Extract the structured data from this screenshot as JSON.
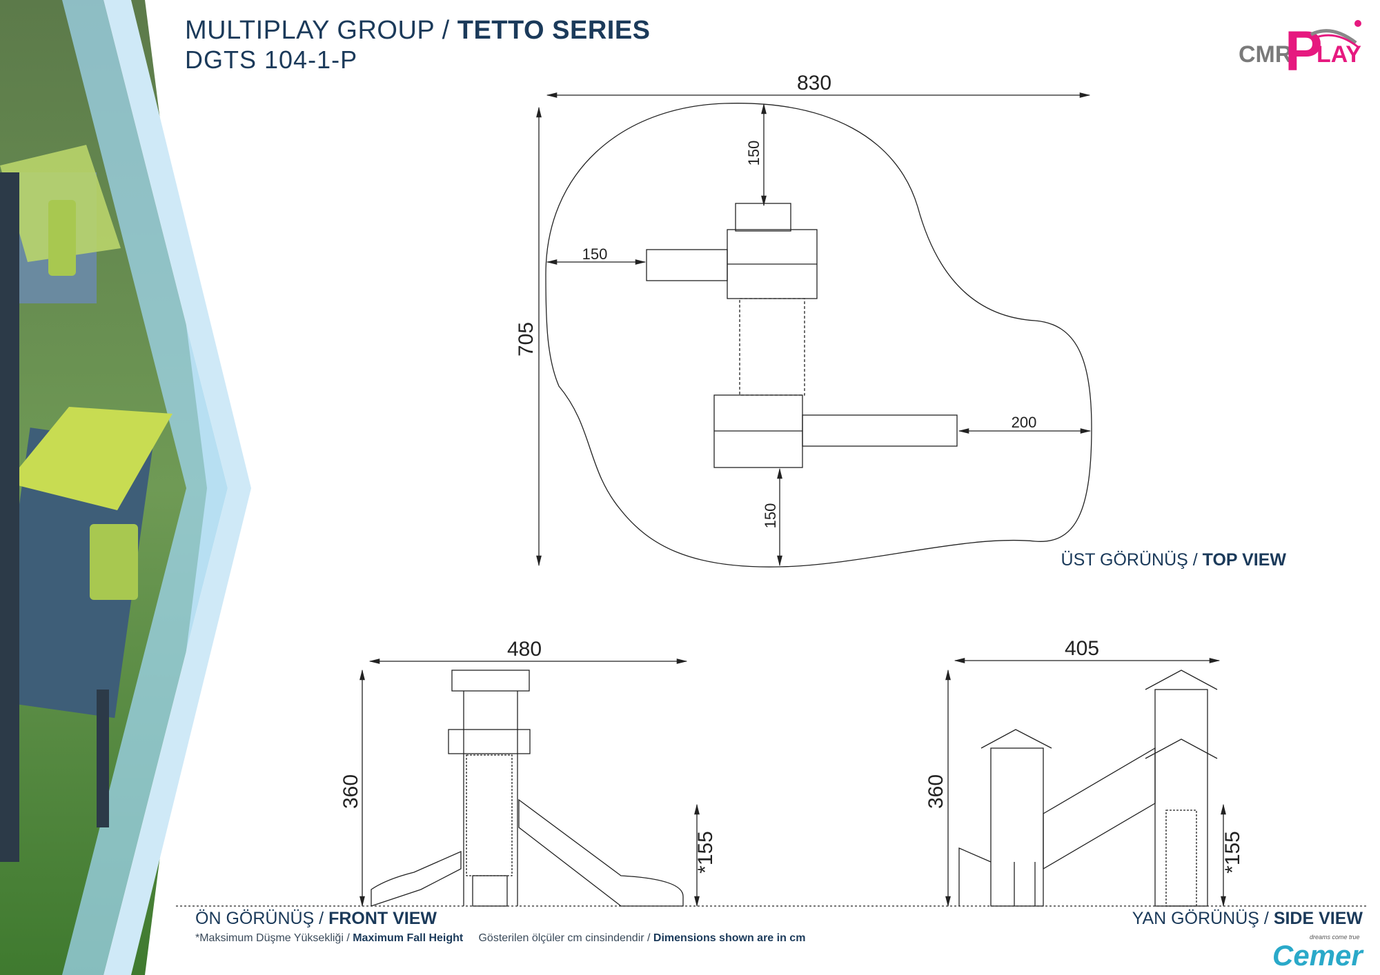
{
  "header": {
    "group": "MULTIPLAY GROUP / ",
    "series": "TETTO SERIES",
    "model": "DGTS 104-1-P"
  },
  "logos": {
    "brand": "CMRPLAY",
    "brand_part1": "CMR",
    "brand_part2": "P",
    "brand_part3": "LAY",
    "company": "Cemer",
    "tagline": "dreams come true"
  },
  "top_view": {
    "label_tr": "ÜST GÖRÜNÜŞ / ",
    "label_en": "TOP VIEW",
    "width": "830",
    "depth": "705",
    "clearance_top": "150",
    "clearance_left": "150",
    "clearance_bottom": "150",
    "clearance_right": "200"
  },
  "front_view": {
    "label_tr": "ÖN GÖRÜNÜŞ / ",
    "label_en": "FRONT VIEW",
    "width": "480",
    "height": "360",
    "fall_height": "*155"
  },
  "side_view": {
    "label_tr": "YAN GÖRÜNÜŞ / ",
    "label_en": "SIDE VIEW",
    "width": "405",
    "height": "360",
    "fall_height": "*155"
  },
  "footnote": {
    "fall_tr": "*Maksimum Düşme Yüksekliği / ",
    "fall_en": "Maximum Fall Height",
    "dims_tr": "Gösterilen ölçüler cm cinsindendir / ",
    "dims_en": "Dimensions shown are in cm"
  },
  "colors": {
    "navy": "#1b3a5a",
    "magenta": "#e6197f",
    "grey": "#7a7a7a",
    "cyan": "#2aa9c9"
  }
}
